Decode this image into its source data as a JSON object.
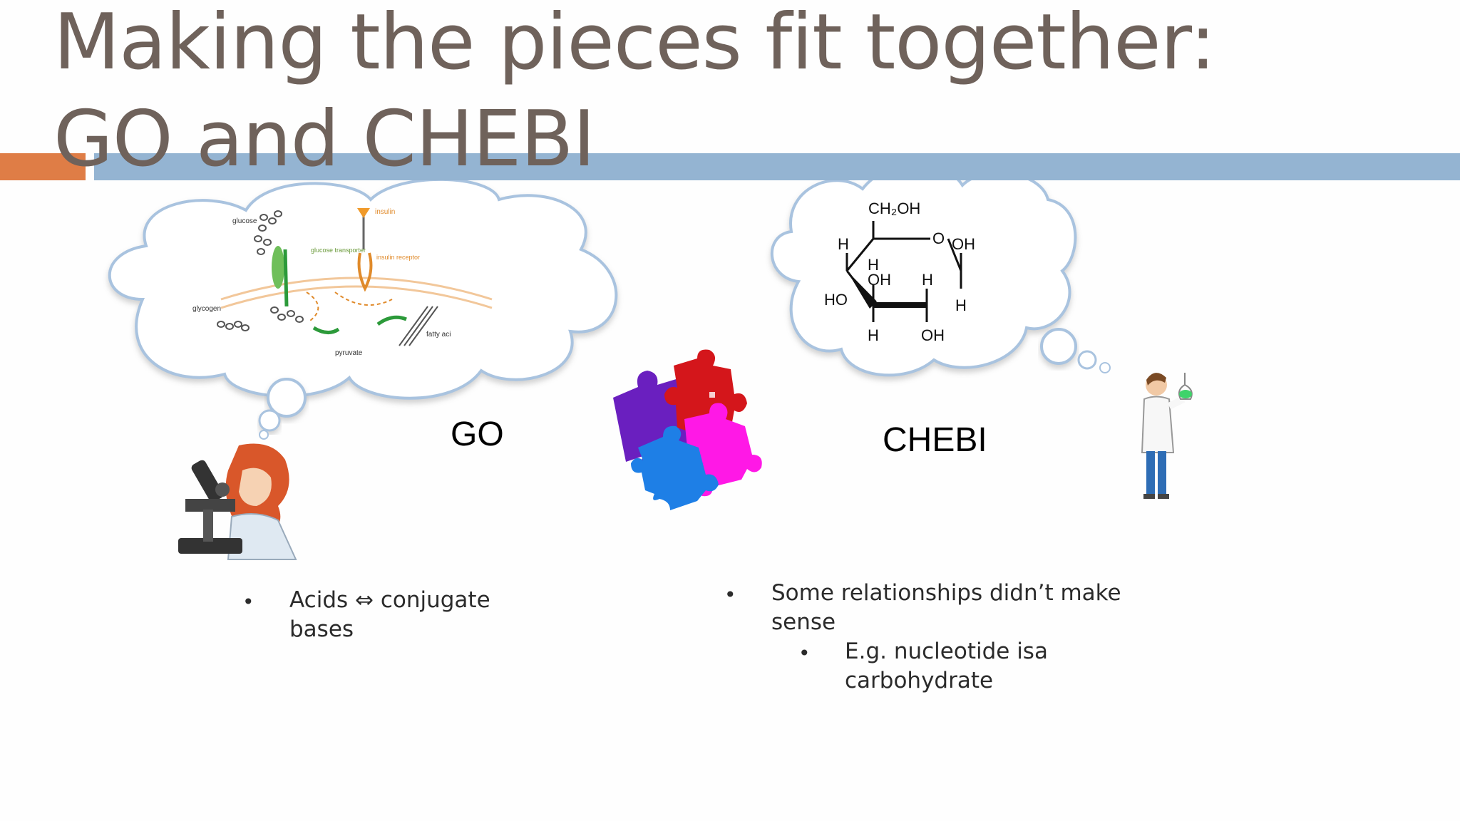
{
  "slide": {
    "title": "Making the pieces fit together: GO and CHEBI",
    "left_label": "GO",
    "right_label": "CHEBI"
  },
  "pathway": {
    "glucose": "glucose",
    "insulin": "insulin",
    "glucose_transporter": "glucose transporter",
    "insulin_receptor": "insulin receptor",
    "glycogen": "glycogen",
    "pyruvate": "pyruvate",
    "fatty_acid": "fatty aci"
  },
  "molecule": {
    "ch2oh": "CH₂OH",
    "o": "O",
    "oh_1": "OH",
    "h_1": "H",
    "h_2": "H",
    "oh_2": "OH",
    "h_3": "H",
    "ho": "HO",
    "h_4": "H",
    "h_5": "H",
    "oh_3": "OH"
  },
  "bullets_left": [
    {
      "text": "Acids ⇔ conjugate bases"
    }
  ],
  "bullets_right": [
    {
      "text": "Some relationships didn’t make sense"
    }
  ],
  "bullets_right_sub": [
    {
      "text": "E.g. nucleotide isa carbohydrate"
    }
  ],
  "bullet_symbol": "•",
  "colors": {
    "title": "#6f625b",
    "accent_orange": "#df7d46",
    "accent_blue": "#94b4d2",
    "cloud_stroke": "#a9c3df",
    "puzzle_red": "#d4161b",
    "puzzle_purple": "#6a1fbf",
    "puzzle_magenta": "#ff18e6",
    "puzzle_blue": "#1e7fe6"
  }
}
